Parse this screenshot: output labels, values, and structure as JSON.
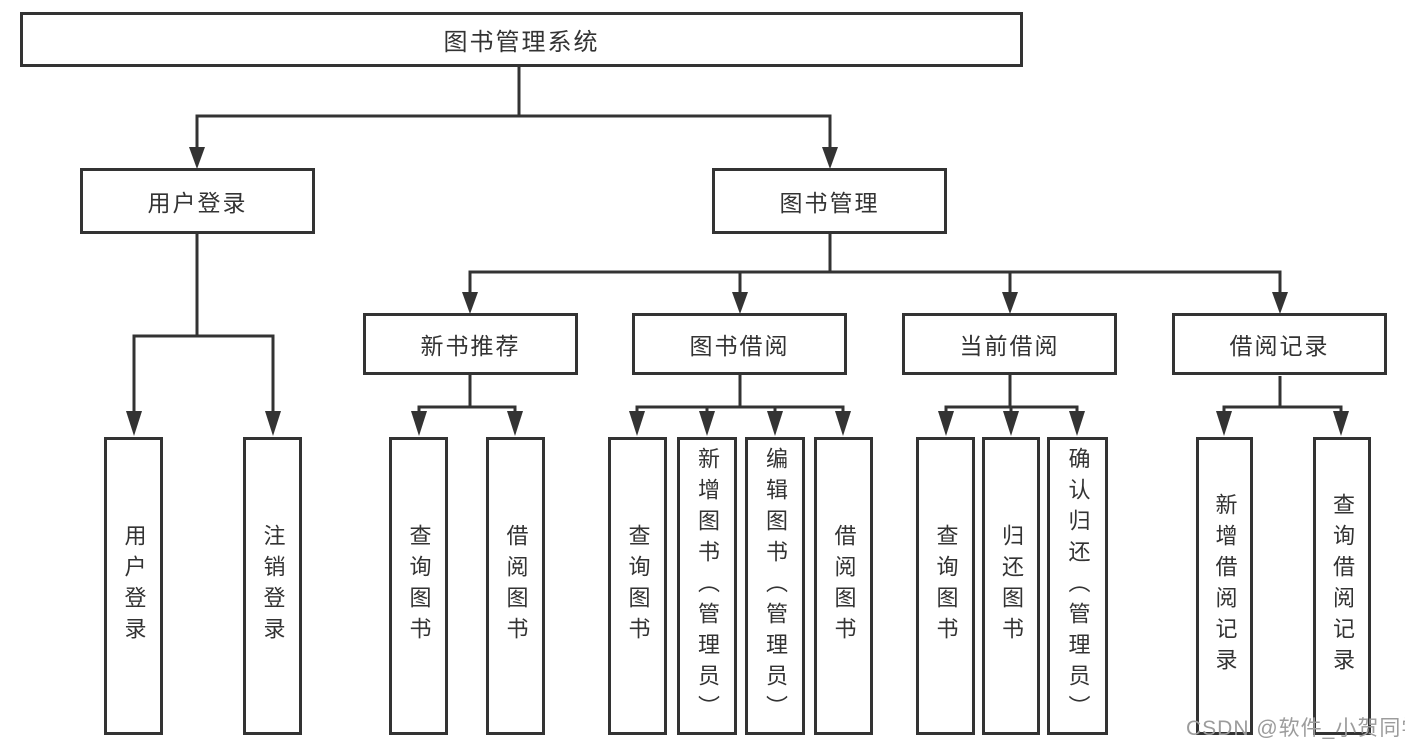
{
  "diagram": {
    "root": {
      "label": "图书管理系统",
      "children": [
        {
          "label": "用户登录",
          "children": [
            {
              "label": "用户登录"
            },
            {
              "label": "注销登录"
            }
          ]
        },
        {
          "label": "图书管理",
          "children": [
            {
              "label": "新书推荐",
              "children": [
                {
                  "label": "查询图书"
                },
                {
                  "label": "借阅图书"
                }
              ]
            },
            {
              "label": "图书借阅",
              "children": [
                {
                  "label": "查询图书"
                },
                {
                  "label": "新增图书（管理员）"
                },
                {
                  "label": "编辑图书（管理员）"
                },
                {
                  "label": "借阅图书"
                }
              ]
            },
            {
              "label": "当前借阅",
              "children": [
                {
                  "label": "查询图书"
                },
                {
                  "label": "归还图书"
                },
                {
                  "label": "确认归还（管理员）"
                }
              ]
            },
            {
              "label": "借阅记录",
              "children": [
                {
                  "label": "新增借阅记录"
                },
                {
                  "label": "查询借阅记录"
                }
              ]
            }
          ]
        }
      ]
    }
  },
  "watermark": {
    "text": "CSDN @软件_小贺同学"
  },
  "colors": {
    "line": "#333333",
    "box_border": "#333333",
    "text": "#333333",
    "watermark": "#9c9c9c",
    "background": "#ffffff"
  }
}
